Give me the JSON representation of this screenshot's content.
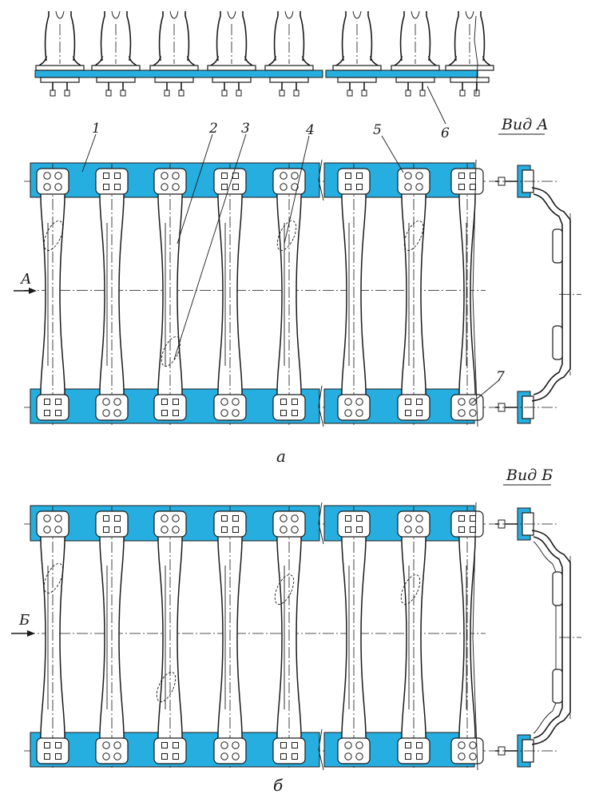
{
  "labels": {
    "part_1": "1",
    "part_2": "2",
    "part_3": "3",
    "part_4": "4",
    "part_5": "5",
    "part_6": "6",
    "part_7": "7",
    "view_a": "Вид А",
    "view_b": "Вид Б",
    "arrow_a": "А",
    "arrow_b": "Б",
    "caption_a": "а",
    "caption_b": "б"
  },
  "colors": {
    "strip": "#27aee0",
    "line": "#1a1a1a",
    "paper": "#ffffff"
  }
}
